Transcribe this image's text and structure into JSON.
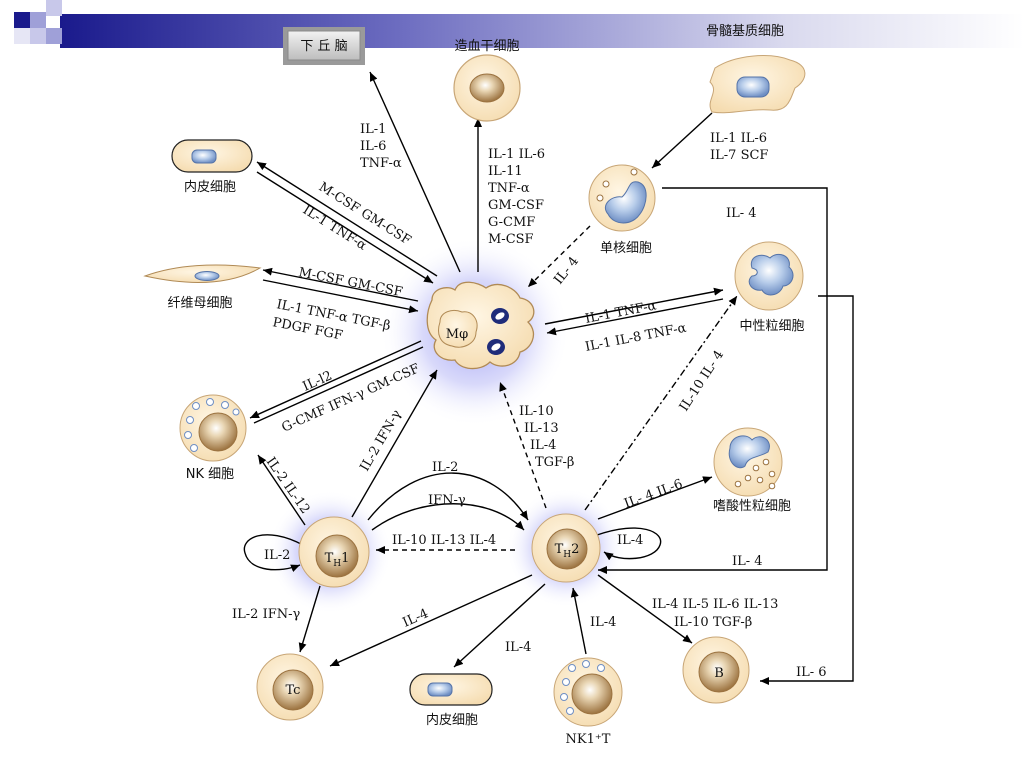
{
  "labels": {
    "hypothalamus": "下 丘 脑",
    "stem_cell": "造血干细胞",
    "stroma": "骨髓基质细胞",
    "endo_top": "内皮细胞",
    "fibro": "纤维母细胞",
    "nk": "NK 细胞",
    "mono": "单核细胞",
    "neutro": "中性粒细胞",
    "eos": "嗜酸性粒细胞",
    "endo_bottom": "内皮细胞",
    "nk1t": "NK1⁺T",
    "mphi": "Mφ",
    "th1_base": "T",
    "th1_sub": "H",
    "th1_suf": "1",
    "th2_base": "T",
    "th2_sub": "H",
    "th2_suf": "2",
    "tc": "Tc",
    "b": "B"
  },
  "edges": {
    "mphi_hypo": [
      "IL-1",
      "IL-6",
      "TNF-α"
    ],
    "mphi_stem": [
      "IL-1 IL-6",
      "IL-11",
      "TNF-α",
      "GM-CSF",
      "G-CMF",
      "M-CSF"
    ],
    "stroma_mono": [
      "IL-1 IL-6",
      "IL-7 SCF"
    ],
    "mono_mphi": "IL- 4",
    "mono_th2": "IL- 4",
    "endo_a": "M-CSF  GM-CSF",
    "endo_b": "IL-1 TNF-α",
    "fibro_a": "M-CSF  GM-CSF",
    "fibro_b": "IL-1 TNF-α TGF-β",
    "fibro_c": "PDGF  FGF",
    "mphi_nk_a": "IL-l2",
    "mphi_nk_b": "G-CMF  IFN-γ  GM-CSF",
    "mphi_neutro": "IL-1 TNF-α",
    "neutro_mphi": "IL-1 IL-8  TNF-α",
    "th2_mphi": [
      "IL-10",
      "IL-13",
      "IL-4",
      "TGF-β"
    ],
    "th2_neutro": "IL-10  IL- 4",
    "th1_nk": "IL-2 IL-12",
    "th1_mphi": "IL-2  IFN-γ",
    "th1_th2_a": "IL-2",
    "th1_th2_b": "IFN-γ",
    "th2_th1": "IL-10 IL-13  IL-4",
    "th1_self": "IL-2",
    "th2_self": "IL-4",
    "th2_eos": "IL- 4  IL-6",
    "neutro_th2": "IL- 4",
    "th1_tc": "IL-2  IFN-γ",
    "th2_tc": "IL-4",
    "th2_endo": "IL-4",
    "nk1t_th2": "IL-4",
    "th2_b_a": "IL-4 IL-5 IL-6 IL-13",
    "th2_b_b": "IL-10 TGF-β",
    "neutro_b": "IL- 6"
  },
  "colors": {
    "cell_fill": "#fbe9c9",
    "cell_stroke": "#b08a55",
    "nucleus": "#a57f4c",
    "glow": "#8a8cf0",
    "header_dark": "#1a1a8c"
  }
}
